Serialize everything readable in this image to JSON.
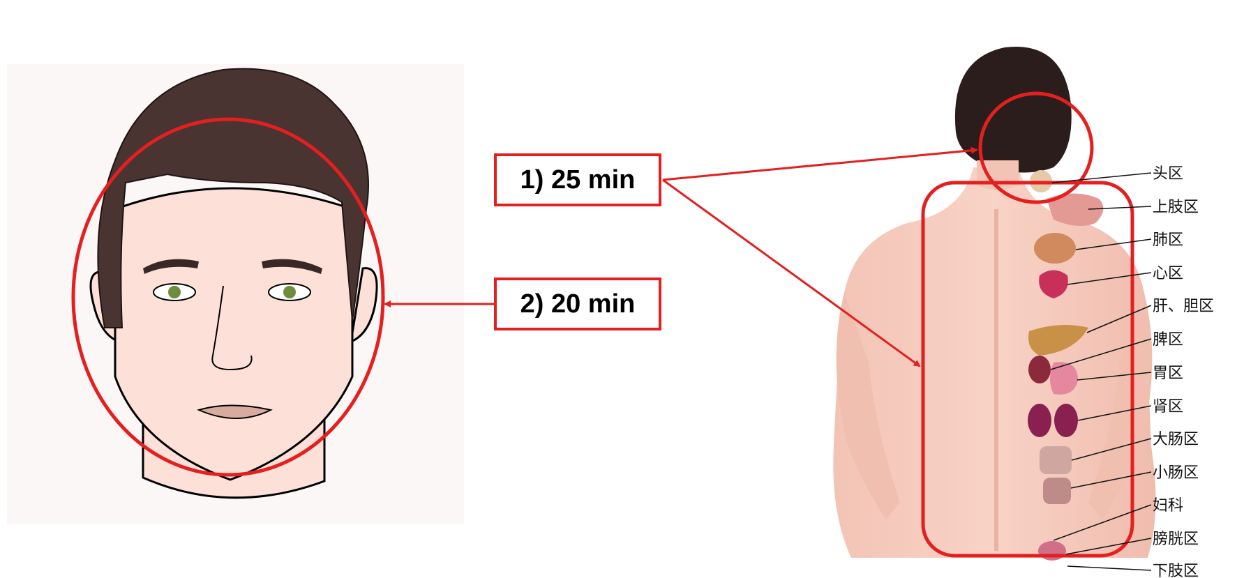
{
  "colors": {
    "accent": "#e41f1f",
    "skin": "#f7cfc3",
    "face_skin": "#fde1d8",
    "hair": "#4a3431",
    "back_hair": "#2a1d1b"
  },
  "labels": {
    "step_1": "1) 25 min",
    "step_2": "2) 20 min"
  },
  "back_zones": [
    "头区",
    "上肢区",
    "肺区",
    "心区",
    "肝、胆区",
    "脾区",
    "胃区",
    "肾区",
    "大肠区",
    "小肠区",
    "妇科",
    "膀胱区",
    "下肢区"
  ]
}
